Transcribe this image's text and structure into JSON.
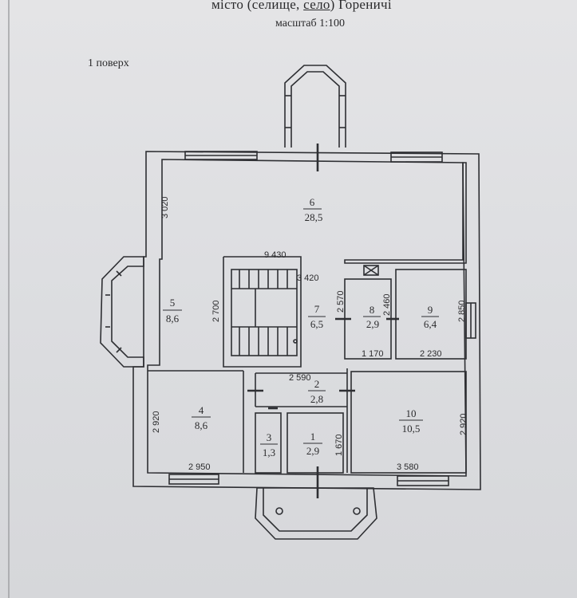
{
  "header": {
    "title_prefix": "місто (селище, ",
    "title_underlined": "село",
    "title_suffix": ") Гореничі",
    "scale": "масштаб 1:100"
  },
  "floor_label": "1 поверх",
  "rooms": {
    "r1": {
      "number": "1",
      "area": "2,9"
    },
    "r2": {
      "number": "2",
      "area": "2,8"
    },
    "r3": {
      "number": "3",
      "area": "1,3"
    },
    "r4": {
      "number": "4",
      "area": "8,6"
    },
    "r5": {
      "number": "5",
      "area": "8,6"
    },
    "r6": {
      "number": "6",
      "area": "28,5"
    },
    "r7": {
      "number": "7",
      "area": "6,5"
    },
    "r8": {
      "number": "8",
      "area": "2,9"
    },
    "r9": {
      "number": "9",
      "area": "6,4"
    },
    "r10": {
      "number": "10",
      "area": "10,5"
    }
  },
  "dimensions": {
    "d_9430": "9 430",
    "d_3420": "3 420",
    "d_3020": "3 020",
    "d_2700": "2 700",
    "d_2570": "2 570",
    "d_2460": "2 460",
    "d_2850": "2 850",
    "d_1170": "1 170",
    "d_2230": "2 230",
    "d_2590": "2 590",
    "d_2920_left": "2 920",
    "d_2920_right": "2 920",
    "d_2950": "2 950",
    "d_1670": "1 670",
    "d_3580": "3 580"
  }
}
